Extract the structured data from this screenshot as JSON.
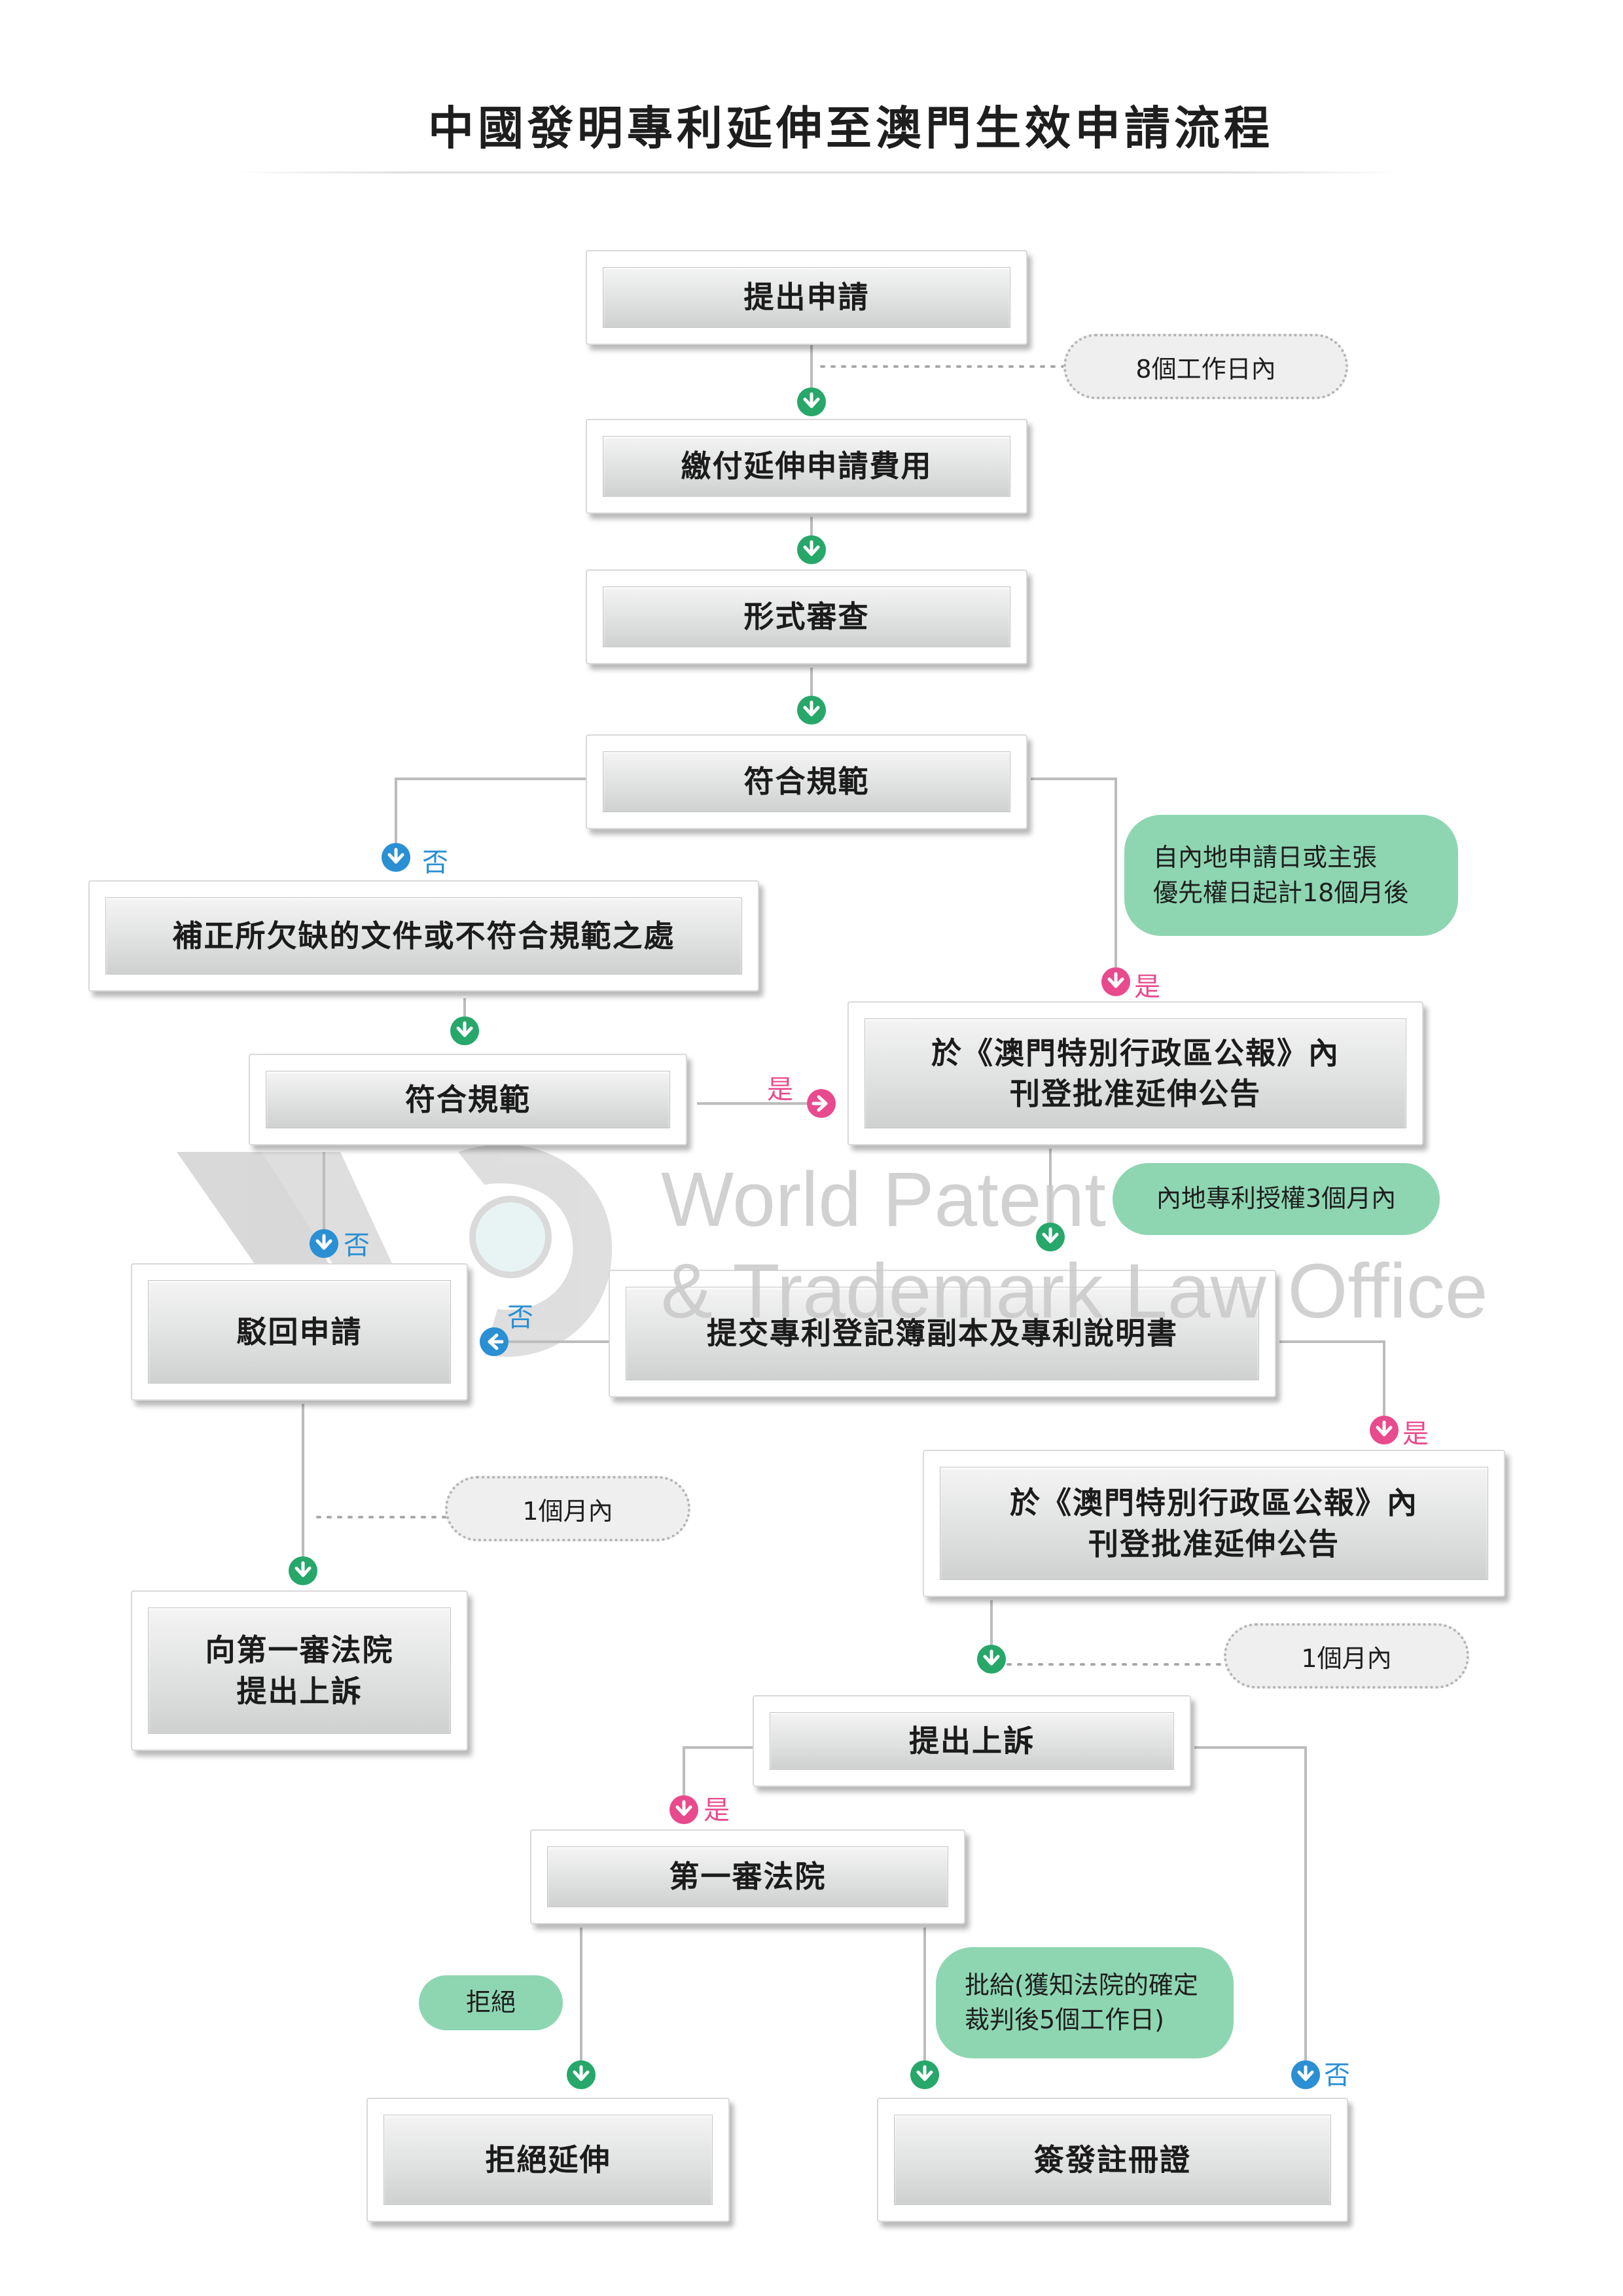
{
  "title": "中國發明專利延伸至澳門生效申請流程",
  "colors": {
    "green_arrow": "#27a76a",
    "pink_arrow": "#e84a8e",
    "blue_arrow": "#2a8fd3",
    "green_note": "#8ed6b2",
    "line": "#bcbcbc"
  },
  "watermark": {
    "line1": "World Patent",
    "line2": "& Trademark Law Office"
  },
  "steps": {
    "submit": "提出申請",
    "pay_fee": "繳付延伸申請費用",
    "formal_exam": "形式審查",
    "compliant_1": "符合規範",
    "correct": "補正所欠缺的文件或不符合規範之處",
    "compliant_2": "符合規範",
    "publish_1": "於《澳門特別行政區公報》內\n刊登批准延伸公告",
    "reject_application": "駁回申請",
    "submit_copy": "提交專利登記簿副本及專利說明書",
    "publish_2": "於《澳門特別行政區公報》內\n刊登批准延伸公告",
    "appeal_first_court_left": "向第一審法院\n提出上訴",
    "appeal": "提出上訴",
    "first_court": "第一審法院",
    "refuse_extension": "拒絕延伸",
    "issue_certificate": "簽發註冊證"
  },
  "notes": {
    "within_8_days": "8個工作日內",
    "after_18_months": "自內地申請日或主張\n優先權日起計18個月後",
    "within_3_months": "內地專利授權3個月內",
    "within_1_month_left": "1個月內",
    "within_1_month_right": "1個月內",
    "refuse": "拒絕",
    "approve": "批給(獲知法院的確定\n裁判後5個工作日)"
  },
  "labels": {
    "yes": "是",
    "no": "否"
  }
}
